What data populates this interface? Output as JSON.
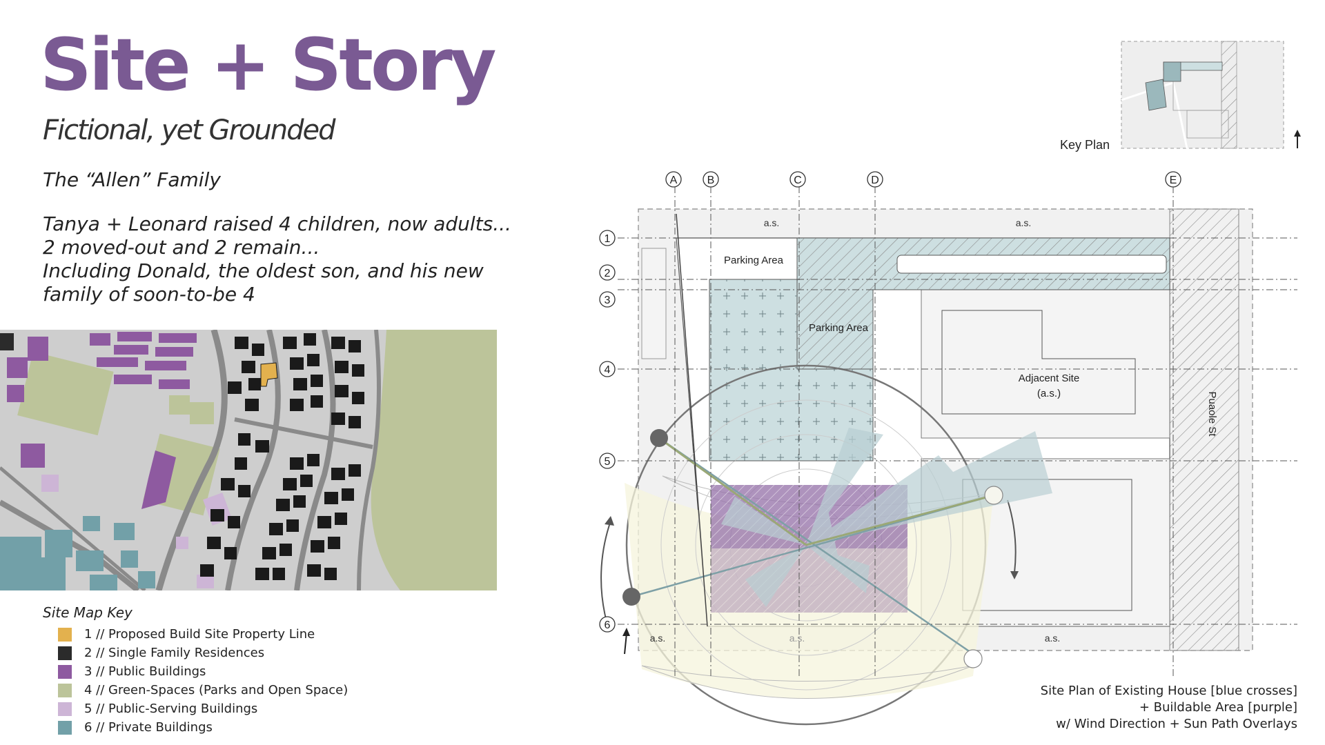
{
  "header": {
    "title": "Site + Story",
    "subtitle": "Fictional, yet Grounded"
  },
  "story": {
    "family_name": "The “Allen” Family",
    "lines": [
      "Tanya + Leonard raised 4 children, now adults...",
      "2 moved-out and 2 remain...",
      "Including Donald, the oldest son, and his new",
      "family of soon-to-be 4"
    ]
  },
  "site_map_key": {
    "title": "Site Map Key",
    "items": [
      {
        "label": "1 // Proposed Build Site Property Line",
        "color": "#e3b14e"
      },
      {
        "label": "2 // Single Family Residences",
        "color": "#2b2b2b"
      },
      {
        "label": "3 // Public Buildings",
        "color": "#8e5aa0"
      },
      {
        "label": "4 // Green-Spaces (Parks and Open Space)",
        "color": "#bcc49a"
      },
      {
        "label": "5 // Public-Serving Buildings",
        "color": "#cdb5d6"
      },
      {
        "label": "6 // Private Buildings",
        "color": "#72a0a8"
      }
    ]
  },
  "site_plan": {
    "key_plan_label": "Key Plan",
    "grid_columns": [
      "A",
      "B",
      "C",
      "D",
      "E"
    ],
    "grid_rows": [
      "1",
      "2",
      "3",
      "4",
      "5",
      "6"
    ],
    "labels": {
      "parking_1": "Parking Area",
      "parking_2": "Parking Area",
      "adjacent_site": "Adjacent Site",
      "adjacent_site_abbr": "(a.s.)",
      "street": "Puaole St",
      "as": "a.s."
    },
    "caption": [
      "Site Plan of Existing House [blue crosses]",
      "+ Buildable Area [purple]",
      "w/ Wind Direction + Sun Path Overlays"
    ],
    "colors": {
      "existing_house": "#cddfe1",
      "buildable_area": "#9a78ad",
      "sun_path": "#f5f4dc",
      "wind": "#b9cfd3"
    }
  }
}
